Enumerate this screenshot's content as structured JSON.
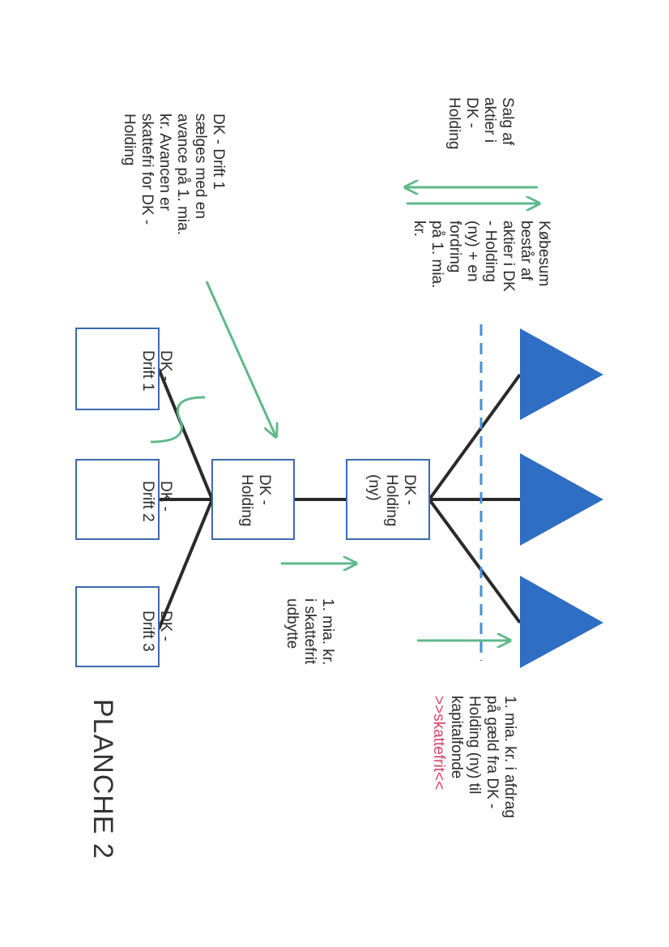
{
  "title": "PLANCHE 2",
  "colors": {
    "triangle": "#2e6ec4",
    "arrow": "#5fb98a",
    "dashed": "#4a8fd6",
    "box_border": "#3a6ab0",
    "line": "#2a2a2a",
    "red_text": "#d9406a"
  },
  "boxes": {
    "drift1": "DK -\nDrift 1",
    "drift2": "DK -\nDrift 2",
    "drift3": "DK -\nDrift 3",
    "holding": "DK -\nHolding",
    "holding_ny": "DK -\nHolding\n(ny)"
  },
  "notes": {
    "salg": "Salg af\naktier i\nDK -\nHolding",
    "kobesum": "Købesum\nbestår af\naktier i DK\n- Holding\n(ny) + en\nfordring\npå 1. mia.\nkr.",
    "drift1_sale": "DK - Drift 1\nsælges med en\navance på 1. mia.\nkr. Avancen er\nskattefri for DK -\nHolding",
    "udbytte": "1. mia. kr.\ni skattefrit\nudbytte",
    "afdrag": "1. mia. kr. i afdrag\npå gæld fra DK -\nHolding (ny) til\nkapitalfonde",
    "skattefrit": ">>skattefrit<<"
  }
}
